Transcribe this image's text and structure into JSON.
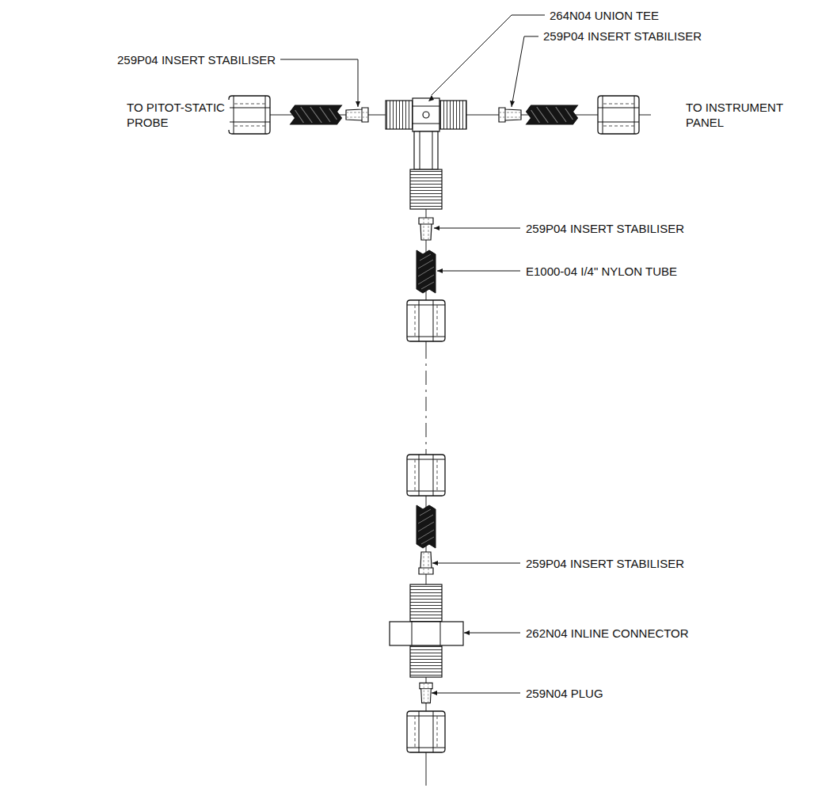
{
  "diagram": {
    "labels": [
      "264N04 UNION TEE",
      "259P04 INSERT STABILISER",
      "259P04 INSERT STABILISER",
      "TO PITOT-STATIC PROBE",
      "TO INSTRUMENT PANEL",
      "259P04 INSERT STABILISER",
      "E1000-04 I/4\" NYLON TUBE",
      "259P04 INSERT STABILISER",
      "262N04 INLINE CONNECTOR",
      "259N04 PLUG"
    ]
  }
}
